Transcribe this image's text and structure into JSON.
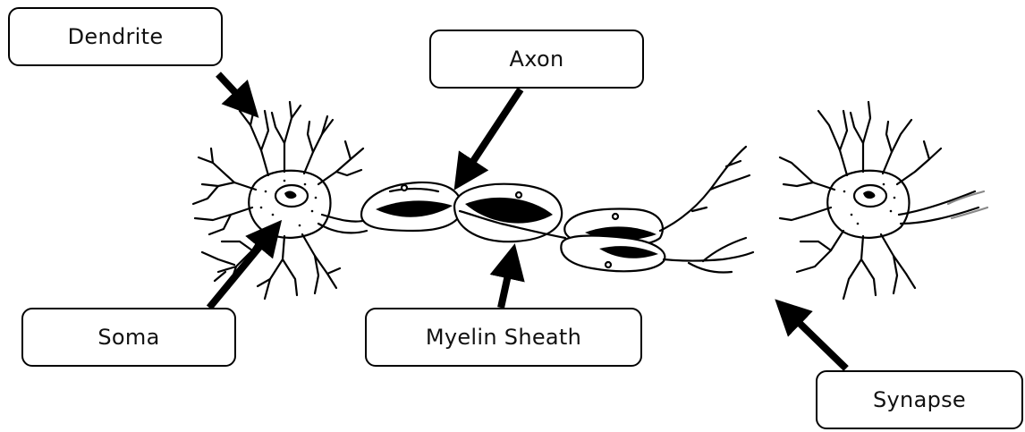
{
  "labels": {
    "dendrite": "Dendrite",
    "axon": "Axon",
    "soma": "Soma",
    "myelin_sheath": "Myelin Sheath",
    "synapse": "Synapse"
  },
  "colors": {
    "line": "#000000",
    "fill": "#ffffff"
  }
}
